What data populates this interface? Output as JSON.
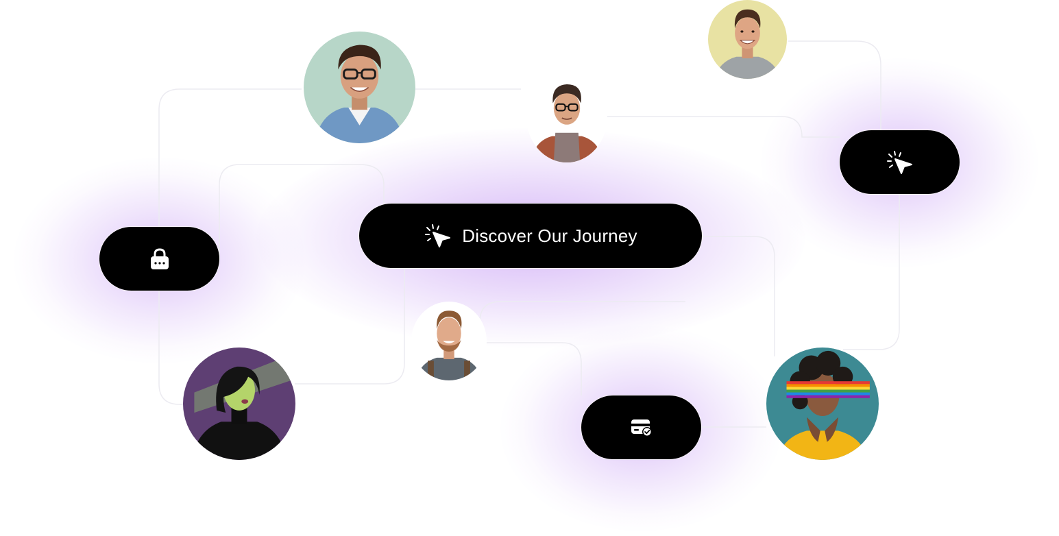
{
  "main_button": {
    "label": "Discover Our Journey",
    "icon": "cursor-click-icon"
  },
  "icon_buttons": [
    {
      "name": "lock-button",
      "icon": "lock-icon"
    },
    {
      "name": "cursor-button",
      "icon": "cursor-click-icon"
    },
    {
      "name": "payment-button",
      "icon": "card-check-icon"
    }
  ],
  "avatars": [
    {
      "name": "avatar-man-glasses-denim",
      "background": "#b7d6c8"
    },
    {
      "name": "avatar-man-glasses-turtleneck",
      "background": "#ffffff"
    },
    {
      "name": "avatar-man-smiling-grey",
      "background": "#e8e2a3"
    },
    {
      "name": "avatar-man-beard-backpack",
      "background": "#ffffff"
    },
    {
      "name": "avatar-woman-neon-light",
      "background": "#5e3f73"
    },
    {
      "name": "avatar-woman-rainbow-glasses",
      "background": "#3d8a93"
    }
  ],
  "colors": {
    "button": "#000000",
    "button_text": "#ffffff",
    "glow": "#b57ef0",
    "background": "#ffffff"
  }
}
